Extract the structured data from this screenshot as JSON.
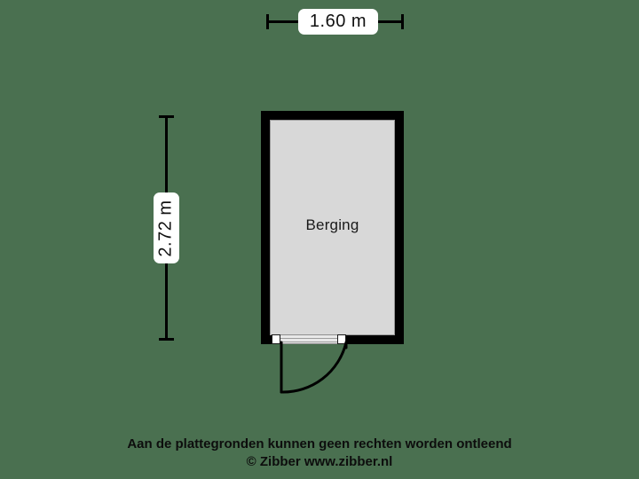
{
  "plan": {
    "background_color": "#4a7050",
    "wall_color": "#000000",
    "floor_fill_color": "#d8d8d8",
    "rooms": [
      {
        "label": "Berging",
        "width_label": "1.60 m",
        "height_label": "2.72 m"
      }
    ],
    "dimensions": {
      "horizontal": {
        "value": "1.60 m",
        "orientation": "horizontal",
        "position": "top"
      },
      "vertical": {
        "value": "2.72 m",
        "orientation": "vertical",
        "position": "left"
      }
    },
    "door": {
      "type": "swing-door",
      "swing": "left-down",
      "hinge_side": "right"
    }
  },
  "footer": {
    "disclaimer": "Aan de plattegronden kunnen geen rechten worden ontleend",
    "credit": "© Zibber www.zibber.nl"
  }
}
